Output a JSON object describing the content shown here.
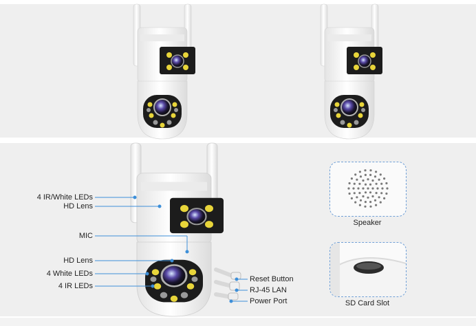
{
  "callouts_left": {
    "ir_white_leds": "4 IR/White LEDs",
    "hd_lens_top": "HD Lens",
    "mic": "MIC",
    "hd_lens_bottom": "HD Lens",
    "white_leds": "4 White LEDs",
    "ir_leds": "4 IR LEDs"
  },
  "callouts_right": {
    "reset_button": "Reset Button",
    "rj45_lan": "RJ-45 LAN",
    "power_port": "Power Port"
  },
  "details": {
    "speaker": "Speaker",
    "sd_card_slot": "SD Card Slot"
  },
  "colors": {
    "panel": "#efefef",
    "camera_body": "#f7f7f7",
    "camera_dark": "#1c1c1c",
    "led_yellow": "#e8d53a",
    "callout_line": "#3d8fd9"
  }
}
